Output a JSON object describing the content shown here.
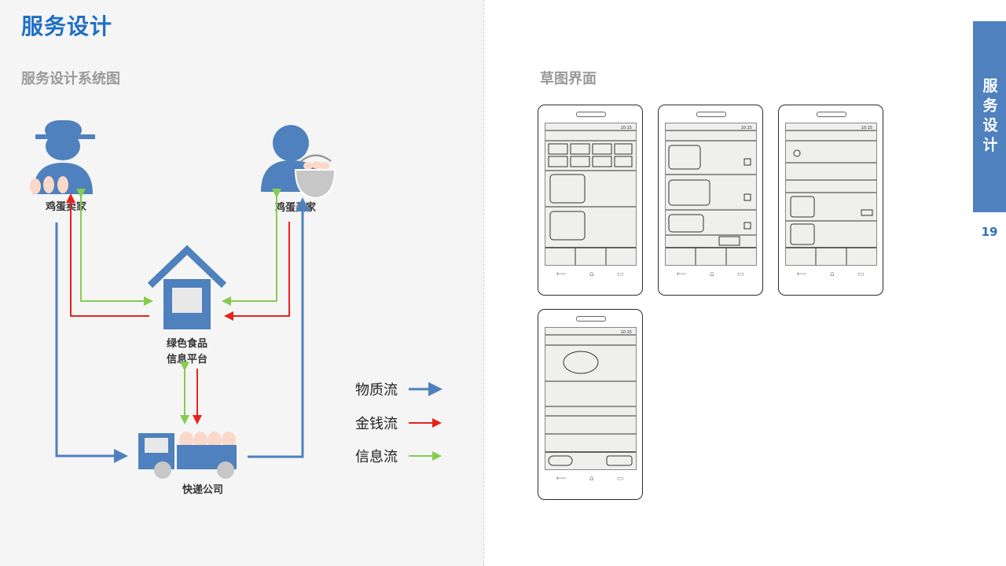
{
  "main_title": "服务设计",
  "left_section_title": "服务设计系统图",
  "right_section_title": "草图界面",
  "side_tab": "服务设计",
  "page_number": "19",
  "diagram": {
    "nodes": {
      "seller": "鸡蛋卖家",
      "buyer": "鸡蛋买家",
      "platform_line1": "绿色食品",
      "platform_line2": "信息平台",
      "courier": "快递公司"
    },
    "legend": [
      {
        "label": "物质流",
        "color": "#4e81bd"
      },
      {
        "label": "金钱流",
        "color": "#e8221b"
      },
      {
        "label": "信息流",
        "color": "#86cc4e"
      }
    ]
  },
  "colors": {
    "accent": "#1f6fc5",
    "icon_blue": "#4e81bd",
    "money_red": "#e8221b",
    "info_green": "#86cc4e",
    "egg": "#fbd8c8"
  },
  "sketch_screens": [
    {
      "id": "home",
      "status_time": "10:15"
    },
    {
      "id": "cart",
      "status_time": "10:15"
    },
    {
      "id": "orders",
      "status_time": "10:15"
    },
    {
      "id": "detail",
      "status_time": "10:15"
    }
  ]
}
